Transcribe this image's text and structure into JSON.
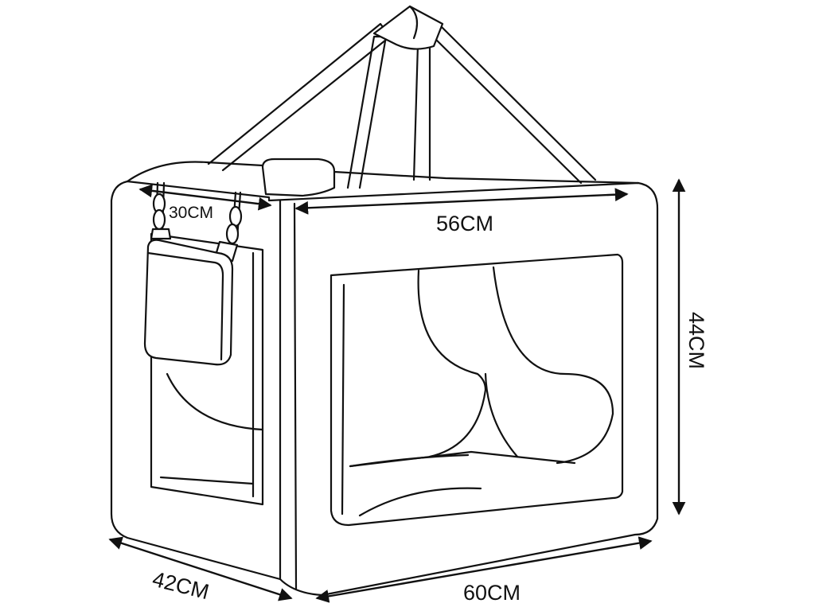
{
  "diagram": {
    "labels": {
      "top_depth": "30CM",
      "top_width": "56CM",
      "height": "44CM",
      "bottom_depth": "42CM",
      "bottom_width": "60CM"
    },
    "colors": {
      "line": "#111111",
      "background": "#ffffff"
    }
  }
}
